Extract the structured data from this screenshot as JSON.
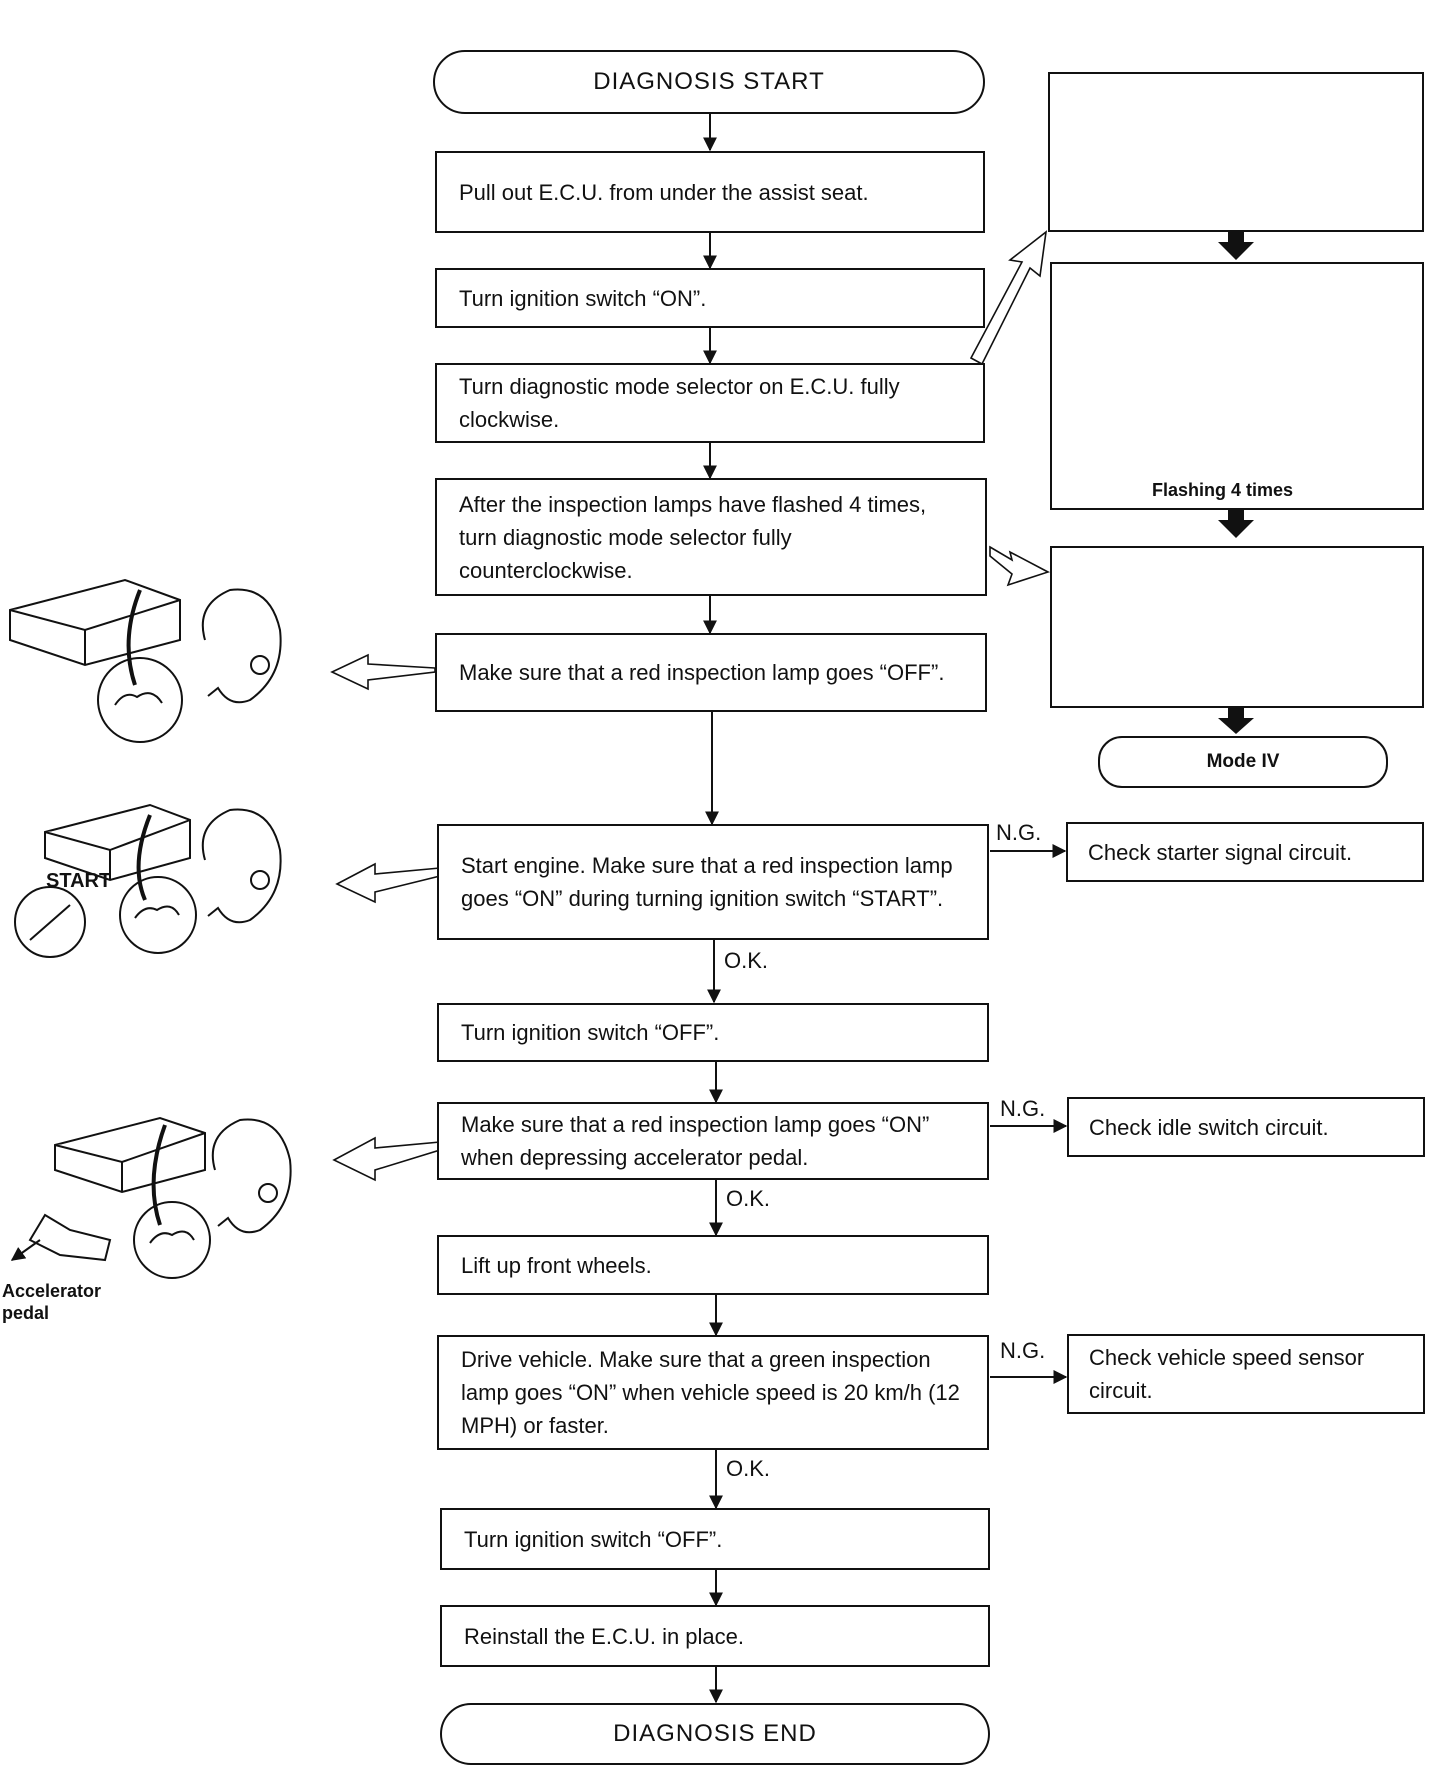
{
  "start_label": "DIAGNOSIS START",
  "end_label": "DIAGNOSIS END",
  "steps": [
    "Pull out E.C.U. from under the assist seat.",
    "Turn ignition switch “ON”.",
    "Turn diagnostic mode selector on E.C.U. fully clockwise.",
    "After the inspection lamps have flashed 4 times, turn diagnostic mode selector fully counterclockwise.",
    "Make sure that a red inspection lamp goes “OFF”.",
    "Start engine. Make sure that a red inspection lamp goes “ON” during turning ignition switch “START”.",
    "Turn ignition switch “OFF”.",
    "Make sure that a red inspection lamp goes “ON” when depressing accelerator pedal.",
    "Lift up front wheels.",
    "Drive vehicle. Make sure that a green inspection lamp goes “ON” when vehicle speed is 20 km/h (12 MPH) or faster.",
    "Turn ignition switch “OFF”.",
    "Reinstall the E.C.U. in place."
  ],
  "branches": [
    "Check starter signal circuit.",
    "Check idle switch circuit.",
    "Check vehicle speed sensor circuit."
  ],
  "ng_label": "N.G.",
  "ok_label": "O.K.",
  "flashing_label": "Flashing 4 times",
  "mode_label": "Mode IV",
  "start_illus_label": "START",
  "pedal_label": "Accelerator pedal",
  "colors": {
    "ink": "#111111",
    "paper": "#ffffff"
  }
}
